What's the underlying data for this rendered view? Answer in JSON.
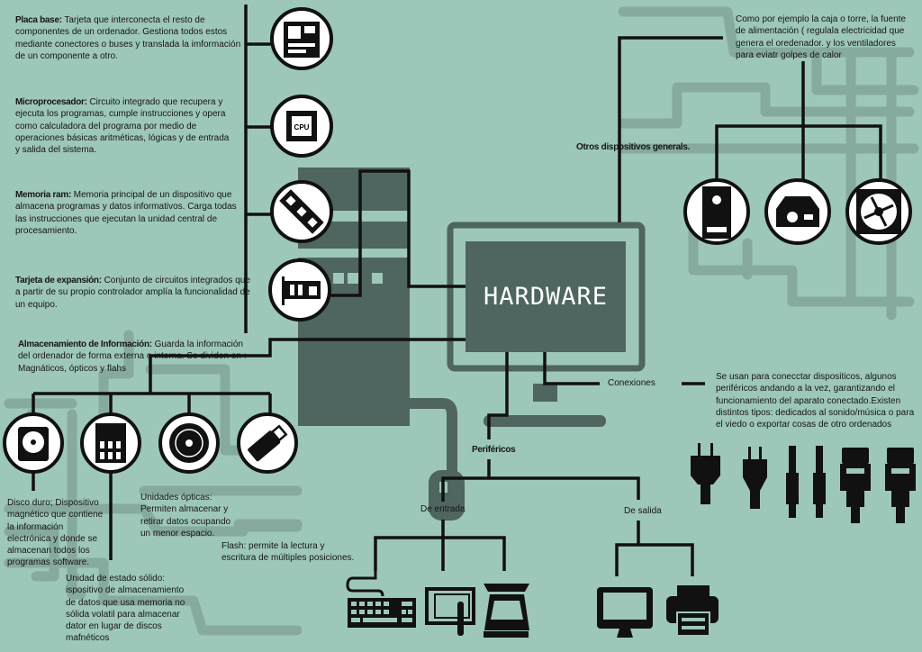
{
  "title": "HARDWARE",
  "components": [
    {
      "term": "Placa base:",
      "text": "Tarjeta que interconecta el resto de componentes de un ordenador. Gestiona todos estos mediante conectores o buses y translada la  imformación de un componente a otro.",
      "icon": "motherboard-icon"
    },
    {
      "term": "Microprocesador:",
      "text": "Circuito integrado que recupera y ejecuta los programas, cumple instrucciones y opera como  calculadora del programa por medio de operaciones básicas aritméticas, lógicas y de entrada y salida del sistema.",
      "icon": "cpu-icon"
    },
    {
      "term": "Memoria ram:",
      "text": "Memoria principal de un dispositivo que almacena programas y datos informativos. Carga todas las instrucciones que ejecutan la unidad central de procesamiento.",
      "icon": "ram-icon"
    },
    {
      "term": "Tarjeta de expansión:",
      "text": "Conjunto de circuitos integrados que a partir de su propio controlador amplía la funcionalidad de un equipo.",
      "icon": "expansion-card-icon"
    }
  ],
  "storage": {
    "term": "Almacenamiento de Información:",
    "text": "Guarda la información del ordenador de forma externa o interna. Se dividen en : Magnáticos, ópticos y flahs",
    "hdd": "Disco duro; Dispositivo magnético que contiene la información electrónica  y donde se almacenan  todos los programas software.",
    "ssd": "Unidad de estado sólido: ispositivo de almacenamiento de datos que usa memoria no sólida volatil para almacenar dator en lugar de discos mafnéticos",
    "optical": "Unidades ópticas: Permiten almacenar y retirar datos ocupando un menor espacio.",
    "flash": "Flash: permite la lectura y escritura de múltiples posiciones."
  },
  "other_devices": {
    "label": "Otros dispositivos generals.",
    "text": "Como por ejemplo la caja o torre, la fuente de alimentación ( regulala electricidad que genera el oredenador. y  los ventiladores para eviatr golpes de calor"
  },
  "connections": {
    "label": "Conexiones",
    "text": "Se usan para conecctar dispositicos, algunos periféricos andando a la vez, garantizando el funcionamiento del aparato conectado.Existen  distintos tipos: dedicados al sonido/música o para el viedo o exportar cosas de otro ordenados"
  },
  "peripherals": {
    "label": "Periféricos",
    "input_label": "De entrada",
    "output_label": "De salida"
  },
  "colors": {
    "background": "#9dc7b9",
    "dark": "#4f6560",
    "trace": "#87aa9e",
    "line": "#111111"
  }
}
